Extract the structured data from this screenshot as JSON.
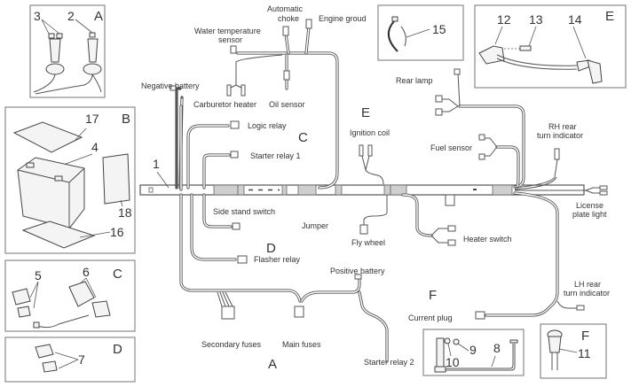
{
  "title": "Electrical system wiring harness - exploded parts diagram",
  "insets": [
    {
      "id": "A",
      "letter": "A",
      "parts": [
        "3",
        "2"
      ]
    },
    {
      "id": "B",
      "letter": "B",
      "parts": [
        "17",
        "4",
        "18",
        "16"
      ]
    },
    {
      "id": "C",
      "letter": "C",
      "parts": [
        "5",
        "6"
      ]
    },
    {
      "id": "D",
      "letter": "D",
      "parts": [
        "7"
      ]
    },
    {
      "id": "15",
      "letter": "",
      "parts": [
        "15"
      ]
    },
    {
      "id": "E",
      "letter": "E",
      "parts": [
        "12",
        "13",
        "14"
      ]
    },
    {
      "id": "F1",
      "letter": "",
      "parts": [
        "10",
        "9",
        "8"
      ]
    },
    {
      "id": "F2",
      "letter": "F",
      "parts": [
        "11"
      ]
    }
  ],
  "harness": {
    "part_number": "1",
    "zone_letters": {
      "C": "C",
      "D": "D",
      "E": "E",
      "F": "F",
      "A": "A"
    },
    "labels": {
      "automatic_choke": "Automatic\nchoke",
      "automatic_choke_l1": "Automatic",
      "automatic_choke_l2": "choke",
      "engine_ground": "Engine groud",
      "water_temp_l1": "Water temperature",
      "water_temp_l2": "sensor",
      "negative_battery": "Negative battery",
      "carburetor_heater": "Carburetor heater",
      "oil_sensor": "Oil sensor",
      "logic_relay": "Logic relay",
      "starter_relay_1": "Starter relay 1",
      "side_stand_switch": "Side stand switch",
      "jumper": "Jumper",
      "flasher_relay": "Flasher relay",
      "ignition_coil": "Ignition coil",
      "rear_lamp": "Rear lamp",
      "fuel_sensor": "Fuel sensor",
      "rh_rear_l1": "RH rear",
      "rh_rear_l2": "turn indicator",
      "license_l1": "License",
      "license_l2": "plate light",
      "fly_wheel": "Fly wheel",
      "heater_switch": "Heater switch",
      "positive_battery": "Positive battery",
      "lh_rear_l1": "LH rear",
      "lh_rear_l2": "turn indicator",
      "current_plug": "Current plug",
      "secondary_fuses": "Secondary fuses",
      "main_fuses": "Main fuses",
      "starter_relay_2": "Starter relay 2"
    }
  }
}
